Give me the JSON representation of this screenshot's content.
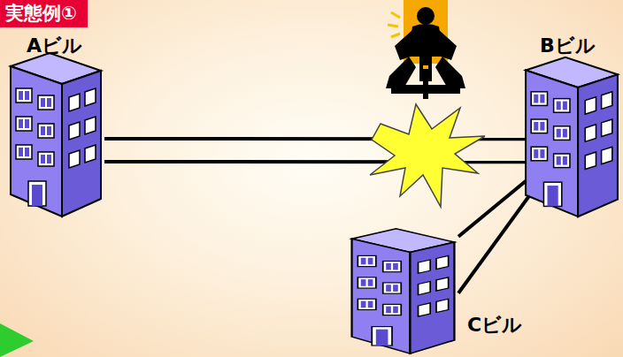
{
  "diagram": {
    "title": "実態例①",
    "nodes": [
      {
        "text": [
          "Aビル"
        ]
      },
      {
        "text": [
          "Bビル"
        ]
      },
      {
        "text": [
          "Cビル"
        ]
      }
    ],
    "edges": [
      {
        "from": 0,
        "to": 1,
        "arrow": "none"
      },
      {
        "from": 1,
        "to": 2,
        "arrow": "none"
      }
    ]
  }
}
